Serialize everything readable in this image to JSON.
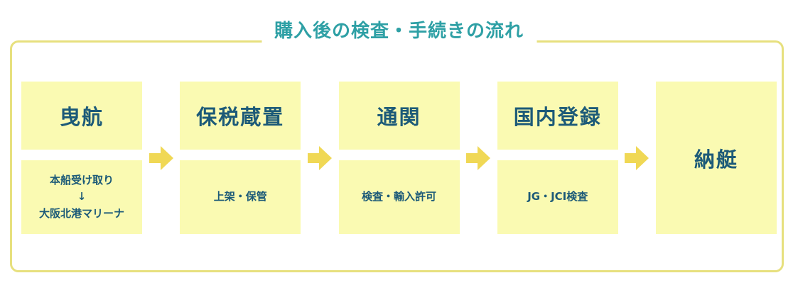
{
  "title": "購入後の検査・手続きの流れ",
  "steps": [
    {
      "heading": "曳航",
      "detail_lines": [
        "本船受け取り",
        "↓",
        "大阪北港マリーナ"
      ]
    },
    {
      "heading": "保税蔵置",
      "detail": "上架・保管"
    },
    {
      "heading": "通関",
      "detail": "検査・輸入許可"
    },
    {
      "heading": "国内登録",
      "detail": "JG・JCI検査"
    },
    {
      "heading": "納艇"
    }
  ],
  "icons": {
    "step_connector": "right-block-arrow",
    "first_step_connector": "down-arrow"
  },
  "colors": {
    "box_fill": "#fafab2",
    "arrow_fill": "#f0d855",
    "frame_border": "#e7e07e",
    "title_text": "#2ea0a5",
    "step_text": "#1c5a78",
    "background": "#ffffff"
  }
}
